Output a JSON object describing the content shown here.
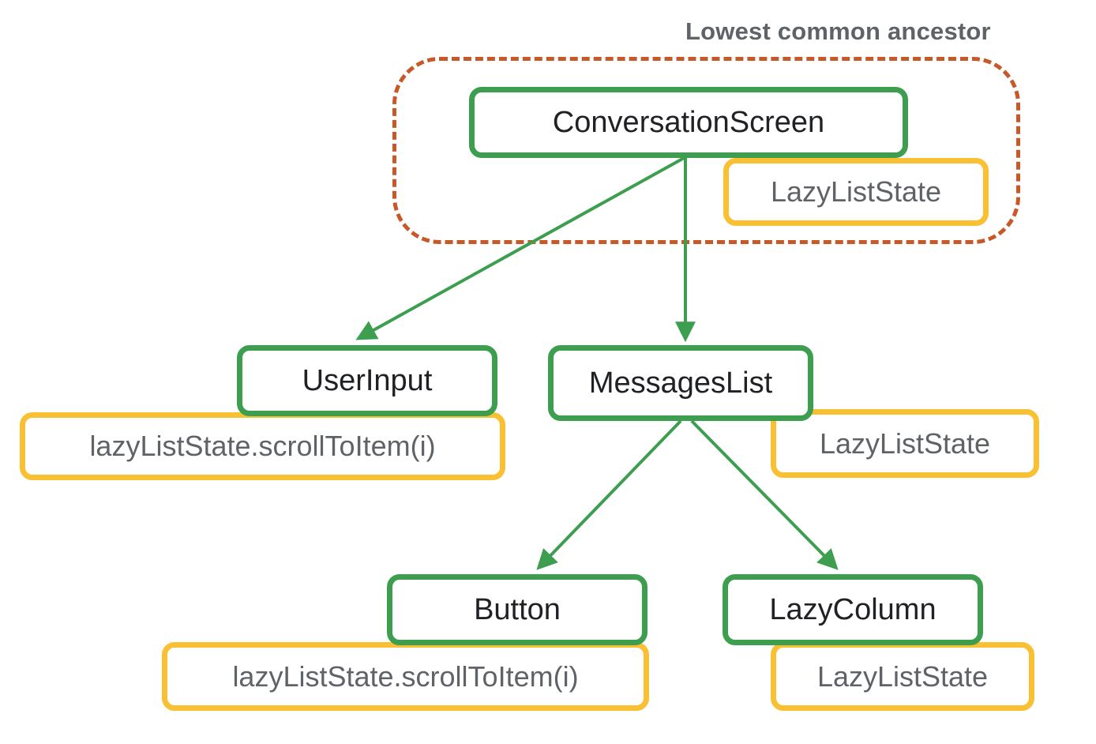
{
  "diagram": {
    "annotation": {
      "label": "Lowest common ancestor"
    },
    "colors": {
      "node_border_green": "#3d9e50",
      "state_border_yellow": "#f8c032",
      "ancestor_outline_orange": "#c65927",
      "node_text": "#202124",
      "state_text": "#5f6368",
      "annotation_text": "#5f6368",
      "arrow_green": "#3d9e50",
      "background": "#ffffff"
    },
    "nodes": {
      "conversation_screen": {
        "label": "ConversationScreen"
      },
      "user_input": {
        "label": "UserInput"
      },
      "messages_list": {
        "label": "MessagesList"
      },
      "button": {
        "label": "Button"
      },
      "lazy_column": {
        "label": "LazyColumn"
      }
    },
    "states": {
      "conversation_screen_state": {
        "label": "LazyListState"
      },
      "user_input_call": {
        "label": "lazyListState.scrollToItem(i)"
      },
      "messages_list_state": {
        "label": "LazyListState"
      },
      "button_call": {
        "label": "lazyListState.scrollToItem(i)"
      },
      "lazy_column_state": {
        "label": "LazyListState"
      }
    },
    "edges": [
      {
        "from": "ConversationScreen",
        "to": "UserInput"
      },
      {
        "from": "ConversationScreen",
        "to": "MessagesList"
      },
      {
        "from": "MessagesList",
        "to": "Button"
      },
      {
        "from": "MessagesList",
        "to": "LazyColumn"
      }
    ]
  }
}
